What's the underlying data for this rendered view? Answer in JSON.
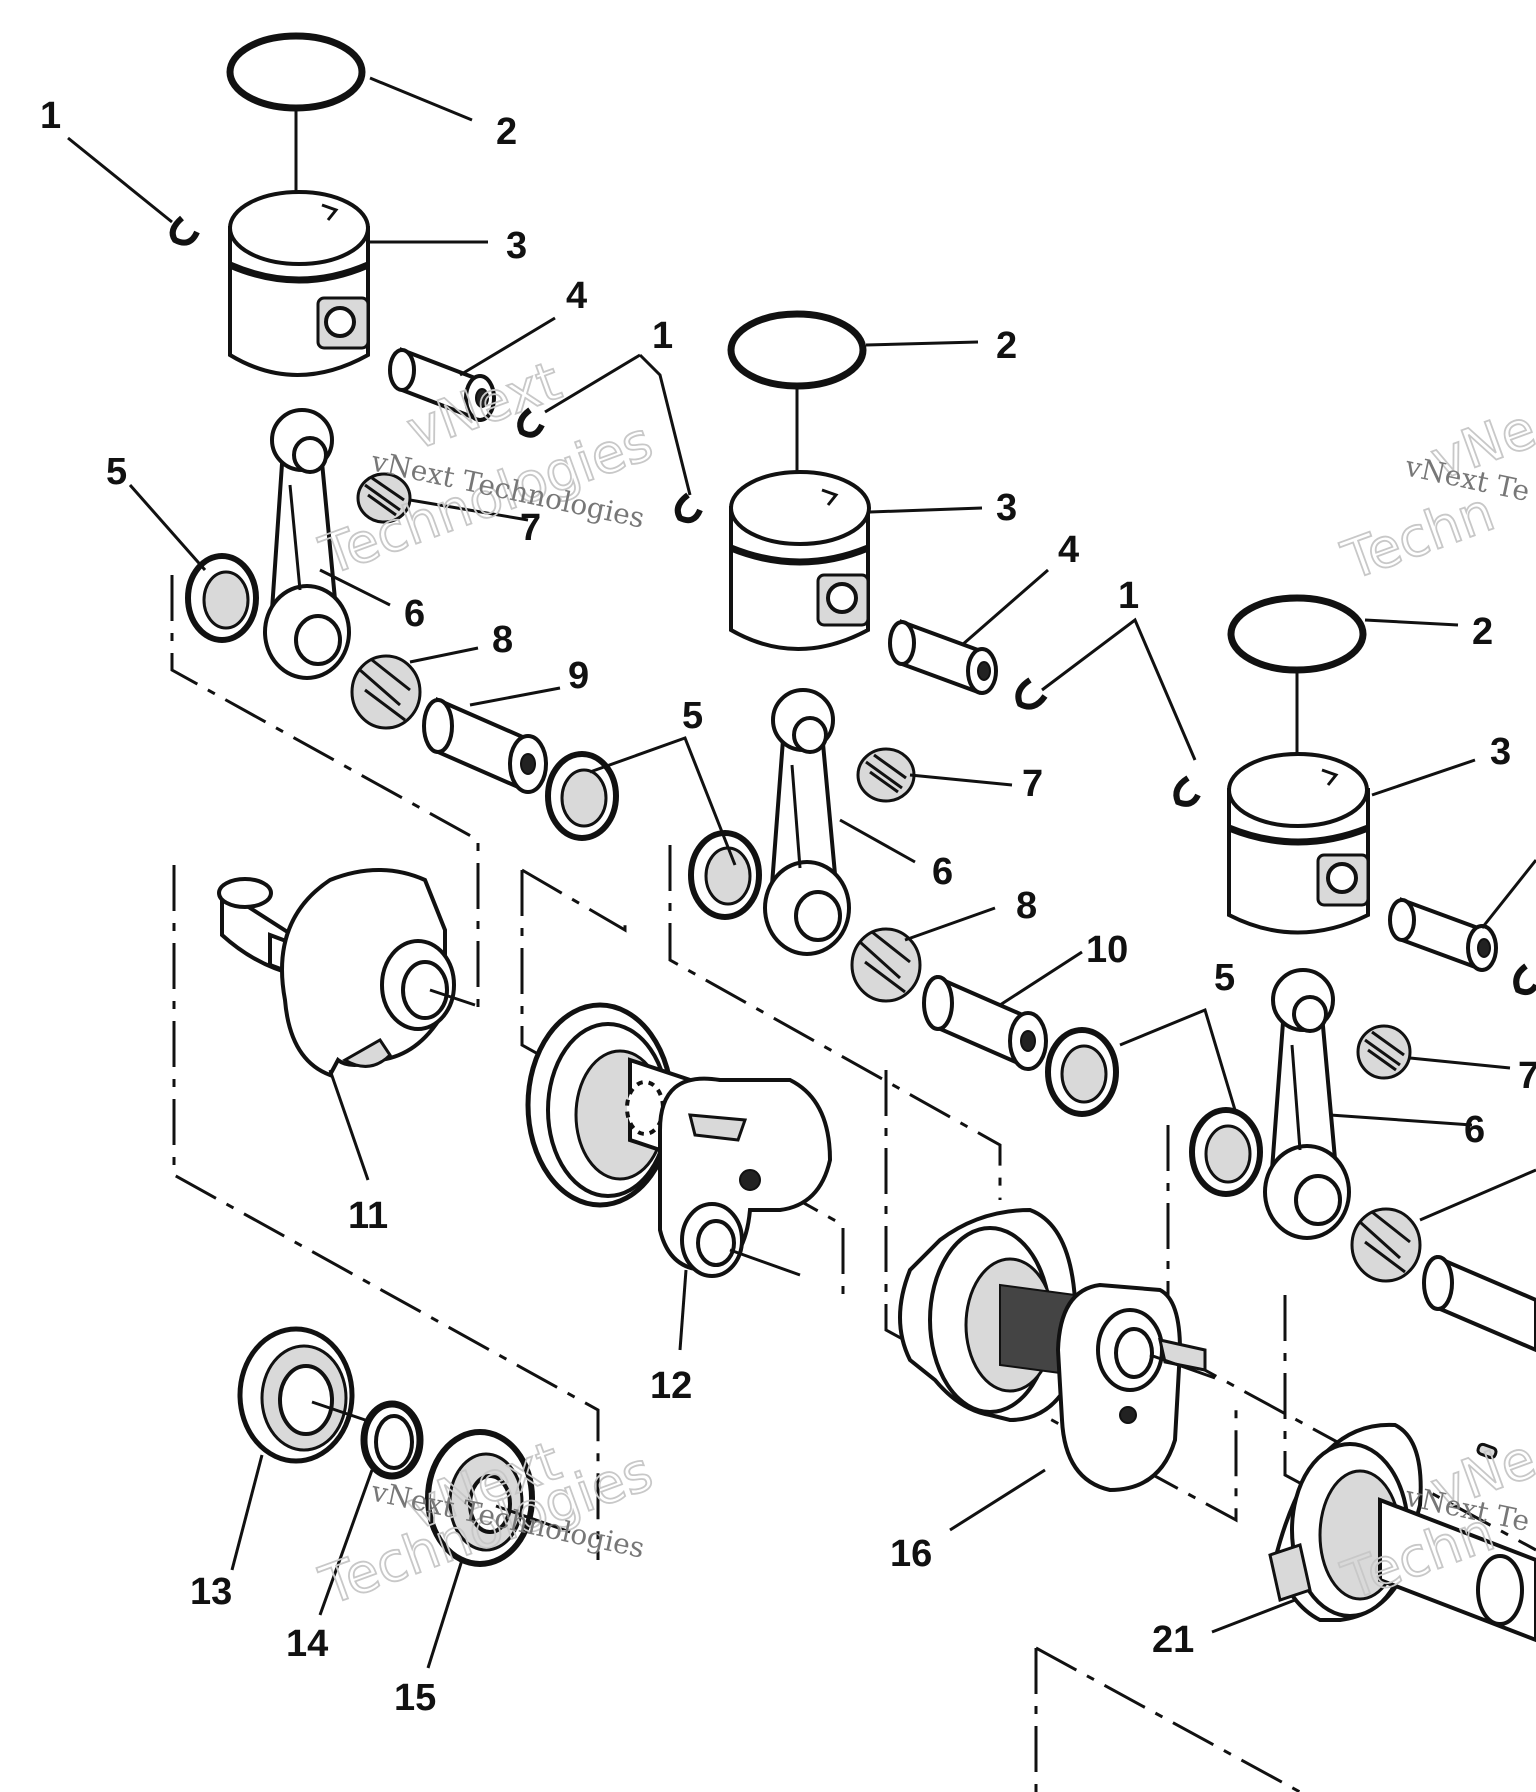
{
  "diagram": {
    "callouts": [
      "1",
      "2",
      "3",
      "4",
      "5",
      "6",
      "7",
      "8",
      "9",
      "10",
      "11",
      "12",
      "13",
      "14",
      "15",
      "16",
      "21"
    ]
  },
  "watermark": {
    "line1": "vNext",
    "line2": "Technologies",
    "small": "vNext Technologies",
    "small_cut": "vNext Te",
    "line1_cut": "vNe",
    "line2_cut": "Techn"
  },
  "colors": {
    "ink": "#111111",
    "paper": "#ffffff",
    "watermark": "#c8c8c8"
  }
}
